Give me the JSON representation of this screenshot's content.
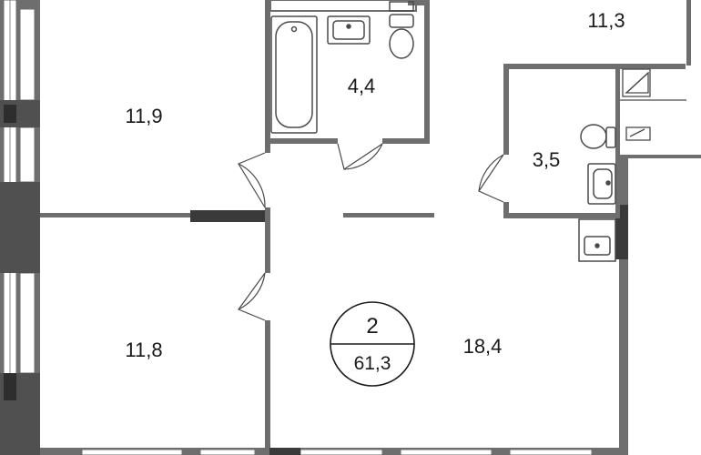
{
  "plan": {
    "rooms_count": "2",
    "total_area": "61,3",
    "rooms": [
      {
        "id": "bedroom-top-left",
        "area": "11,9"
      },
      {
        "id": "bathroom",
        "area": "4,4"
      },
      {
        "id": "room-top-right",
        "area": "11,3"
      },
      {
        "id": "toilet",
        "area": "3,5"
      },
      {
        "id": "bedroom-bottom-left",
        "area": "11,8"
      },
      {
        "id": "living-kitchen",
        "area": "18,4"
      }
    ]
  },
  "colors": {
    "wall": "#6e6e6e",
    "wall_dark": "#3a3a3a",
    "fixture_stroke": "#4a4a4a",
    "text": "#1a1a1a"
  }
}
